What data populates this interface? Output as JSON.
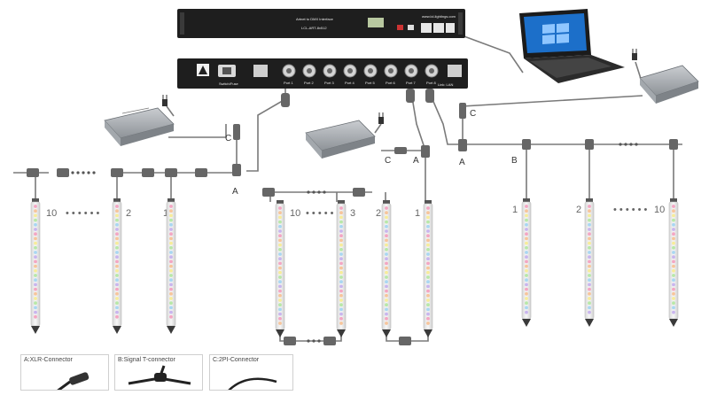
{
  "interface": {
    "title": "Artnet to DMX Interface",
    "model": "LCL-ART-8x512",
    "url": "www.lcl-lightings.com"
  },
  "splitter": {
    "power_label": "Switch/Fuse",
    "ports": [
      "Port 1",
      "Port 2",
      "Port 3",
      "Port 4",
      "Port 5",
      "Port 6",
      "Port 7",
      "Port 8"
    ],
    "lan_label": "Link: LAN"
  },
  "connector_labels": {
    "a": "A",
    "b": "B",
    "c": "C"
  },
  "tube_numbers": {
    "one": "1",
    "two": "2",
    "three": "3",
    "ten": "10",
    "ellipsis": "• • • • • •"
  },
  "legend": [
    {
      "id": "a",
      "label": "A:XLR-Connector"
    },
    {
      "id": "b",
      "label": "B:Signal T-connector"
    },
    {
      "id": "c",
      "label": "C:2PI-Connector"
    }
  ],
  "colors": {
    "rack": "#1e1e1e",
    "cable": "#7a7a7a",
    "psu": "#9aa0a6",
    "led_sequence": [
      "#f4a6c3",
      "#f7c59b",
      "#f7ec9a",
      "#b8e8a8",
      "#a9d7f2",
      "#c9b5ee"
    ]
  }
}
